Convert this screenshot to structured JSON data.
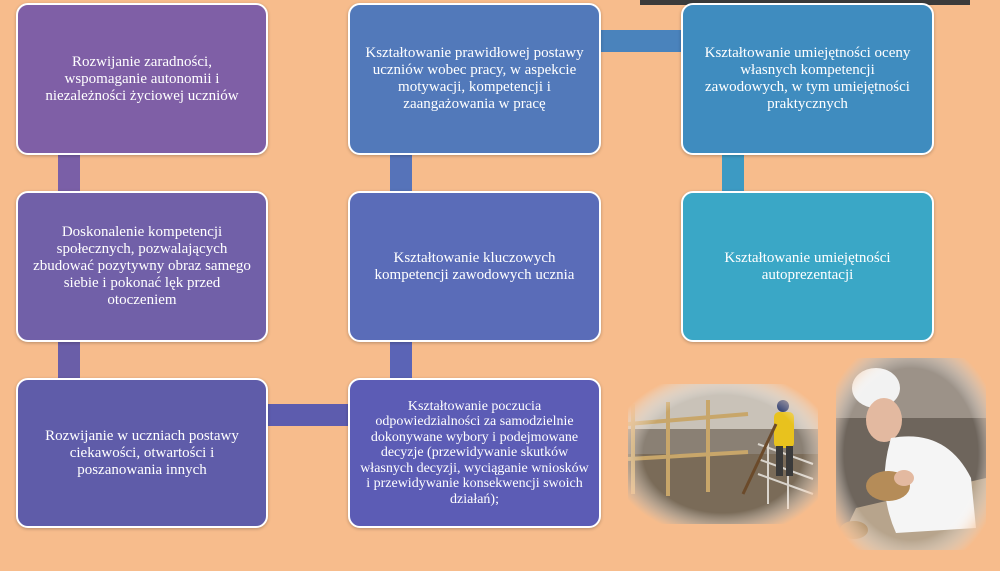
{
  "boxes": {
    "b1": "Rozwijanie zaradności, wspomaganie autonomii i niezależności życiowej uczniów",
    "b2": "Doskonalenie kompetencji społecznych, pozwalających zbudować pozytywny obraz samego siebie i pokonać lęk przed otoczeniem",
    "b3": "Rozwijanie w uczniach postawy ciekawości, otwartości i poszanowania innych",
    "b4": "Kształtowanie poczucia odpowiedzialności za samodzielnie dokonywane wybory i podejmowane decyzje (przewidywanie skutków własnych decyzji, wyciąganie wniosków i przewidywanie konsekwencji swoich działań);",
    "b5": "Kształtowanie kluczowych kompetencji zawodowych ucznia",
    "b6": "Kształtowanie prawidłowej postawy uczniów wobec pracy, w aspekcie motywacji, kompetencji i zaangażowania w pracę",
    "b7": "Kształtowanie umiejętności oceny własnych kompetencji zawodowych, w tym umiejętności praktycznych",
    "b8": "Kształtowanie umiejętności autoprezentacji"
  },
  "colors": {
    "background": "#f7bc8c",
    "purple1": "#7f5fa6",
    "purple2": "#7160a8",
    "purple3": "#5f5ca9",
    "blue4": "#5c5cb5",
    "blue5": "#5a6cb8",
    "blue6": "#5279ba",
    "teal7": "#3f8cbf",
    "teal8": "#3aa7c6"
  }
}
